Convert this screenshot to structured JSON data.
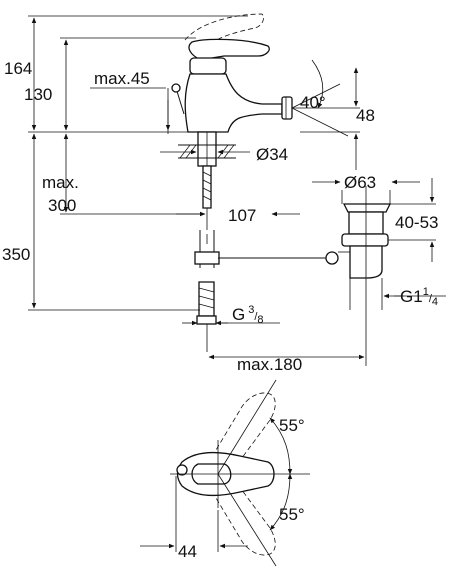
{
  "dimensions": {
    "h164": "164",
    "h130": "130",
    "max45": "max.45",
    "angle40": "40°",
    "d48": "48",
    "dia34": "Ø34",
    "max300_a": "max.",
    "max300_b": "300",
    "h350": "350",
    "d107": "107",
    "dia63": "Ø63",
    "r40_53": "40-53",
    "g38_main": "G",
    "g38_num": "3",
    "g38_den": "8",
    "g114_main": "G1",
    "g114_num": "1",
    "g114_den": "4",
    "max180": "max.180",
    "angle55_top": "55°",
    "angle55_bottom": "55°",
    "d44": "44"
  }
}
